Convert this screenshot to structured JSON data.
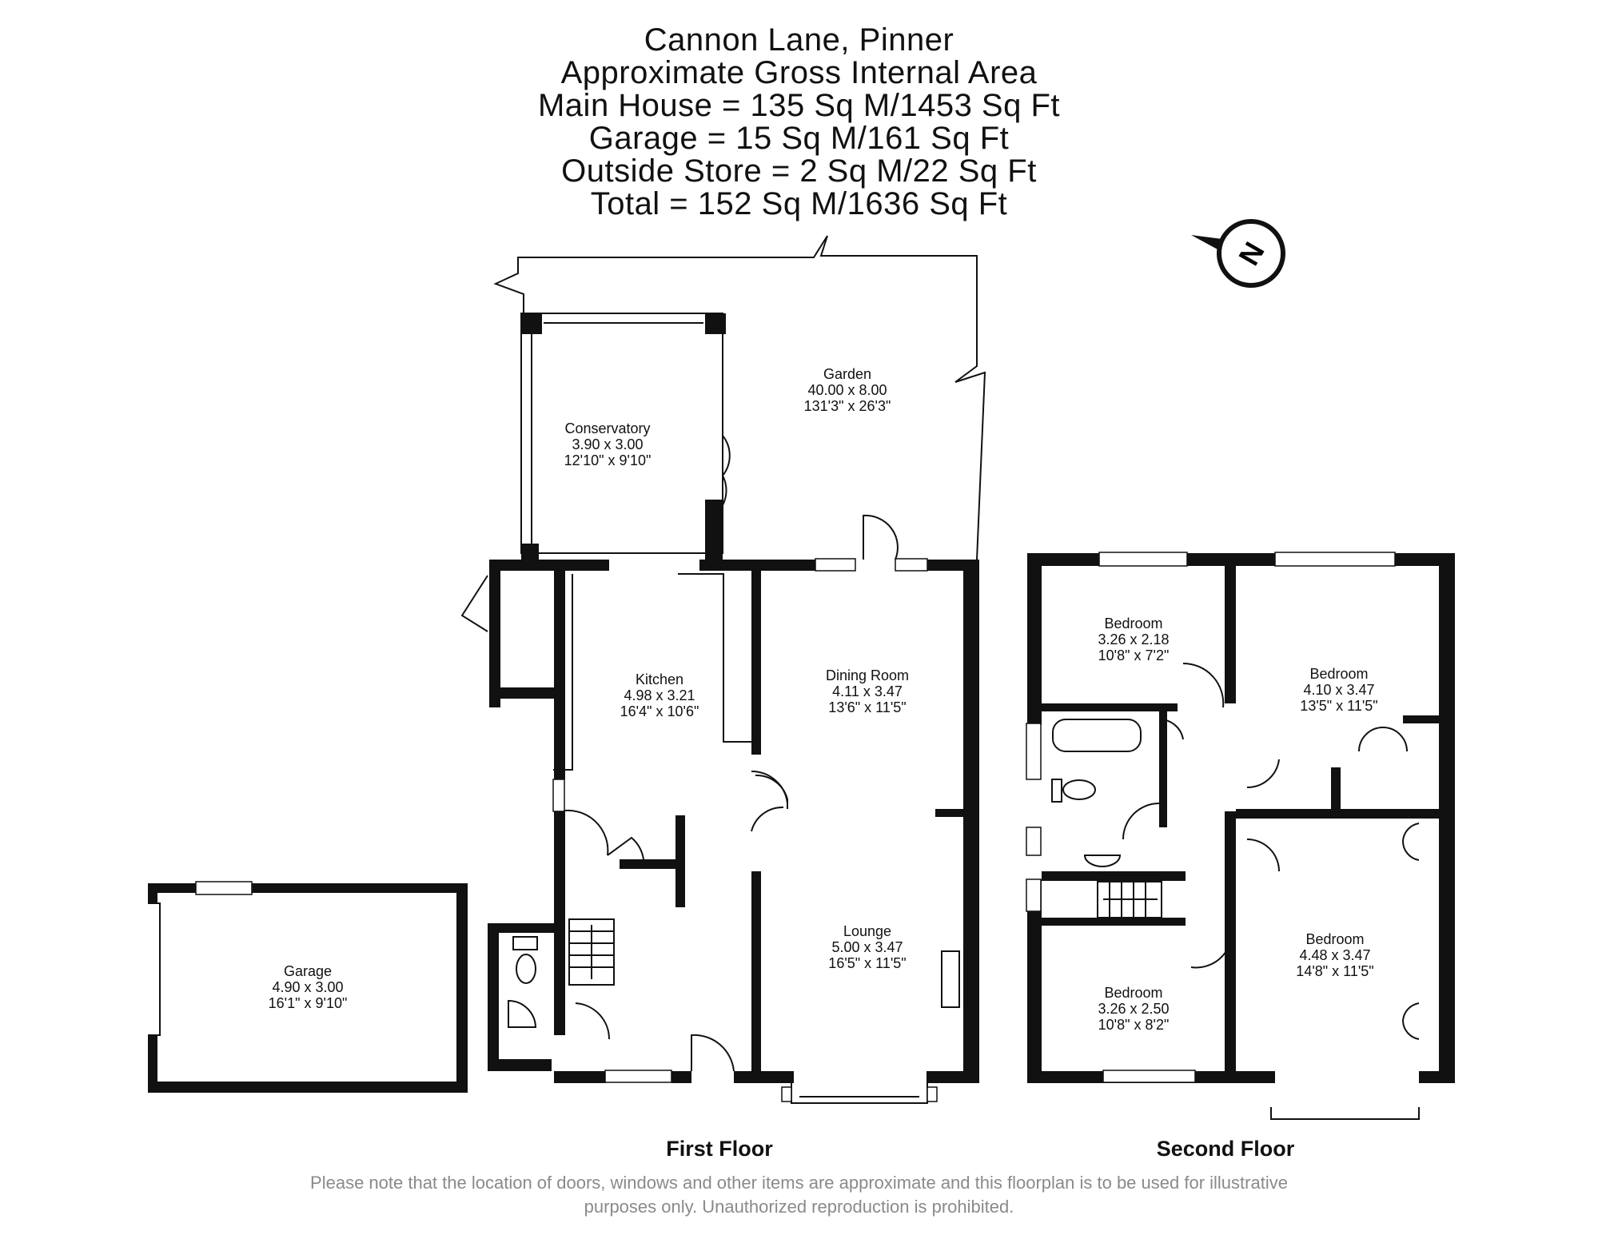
{
  "header": {
    "title": "Cannon Lane, Pinner",
    "subtitle": "Approximate Gross Internal Area",
    "main_house": "Main House = 135 Sq M/1453 Sq Ft",
    "garage": "Garage = 15 Sq M/161 Sq Ft",
    "outside_store": "Outside Store = 2 Sq M/22 Sq Ft",
    "total": "Total = 152 Sq M/1636 Sq Ft"
  },
  "compass": {
    "letter": "N",
    "icon": "north-compass-icon"
  },
  "rooms": {
    "garden": {
      "name": "Garden",
      "metric": "40.00 x 8.00",
      "imperial": "131'3\" x 26'3\""
    },
    "conservatory": {
      "name": "Conservatory",
      "metric": "3.90 x 3.00",
      "imperial": "12'10\" x 9'10\""
    },
    "kitchen": {
      "name": "Kitchen",
      "metric": "4.98 x 3.21",
      "imperial": "16'4\" x 10'6\""
    },
    "dining": {
      "name": "Dining Room",
      "metric": "4.11 x 3.47",
      "imperial": "13'6\" x 11'5\""
    },
    "lounge": {
      "name": "Lounge",
      "metric": "5.00 x 3.47",
      "imperial": "16'5\" x 11'5\""
    },
    "garage": {
      "name": "Garage",
      "metric": "4.90 x 3.00",
      "imperial": "16'1\" x 9'10\""
    },
    "bed1": {
      "name": "Bedroom",
      "metric": "3.26 x 2.18",
      "imperial": "10'8\" x 7'2\""
    },
    "bed2": {
      "name": "Bedroom",
      "metric": "4.10 x 3.47",
      "imperial": "13'5\" x 11'5\""
    },
    "bed3": {
      "name": "Bedroom",
      "metric": "3.26 x 2.50",
      "imperial": "10'8\" x 8'2\""
    },
    "bed4": {
      "name": "Bedroom",
      "metric": "4.48 x 3.47",
      "imperial": "14'8\" x 11'5\""
    }
  },
  "floors": {
    "first": "First Floor",
    "second": "Second Floor"
  },
  "disclaimer": {
    "line1": "Please note that the location of doors, windows and other items are approximate and this floorplan is to be used for illustrative",
    "line2": "purposes only. Unauthorized reproduction is prohibited."
  }
}
